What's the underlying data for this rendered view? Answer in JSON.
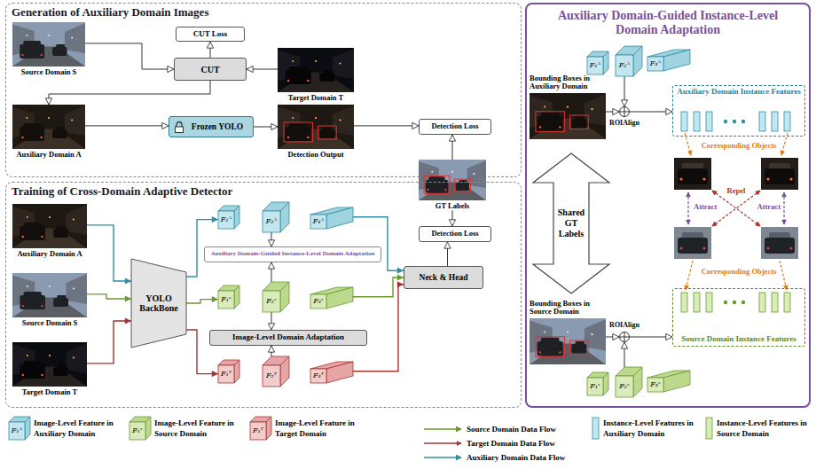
{
  "diagram": {
    "nodes": [
      {
        "text": [
          "Generation of Auxiliary Domain Images"
        ]
      },
      {
        "text": [
          "Source Domain S"
        ],
        "in": 0
      },
      {
        "text": [
          "CUT Loss"
        ],
        "in": 0
      },
      {
        "text": [
          "CUT"
        ],
        "in": 0
      },
      {
        "text": [
          "Target Domain T"
        ],
        "in": 0
      },
      {
        "text": [
          "Auxiliary Domain A"
        ],
        "in": 0
      },
      {
        "text": [
          "Frozen YOLO"
        ],
        "in": 0
      },
      {
        "text": [
          "Detection Output"
        ],
        "in": 0
      },
      {
        "text": [
          "Detection Loss"
        ],
        "in": 0
      },
      {
        "text": [
          "GT Labels"
        ]
      },
      {
        "text": [
          "Training of Cross-Domain Adaptive Detector"
        ]
      },
      {
        "text": [
          "Auxiliary Domain A"
        ],
        "in": 10
      },
      {
        "text": [
          "Source Domain S"
        ],
        "in": 10
      },
      {
        "text": [
          "Target Domain T"
        ],
        "in": 10
      },
      {
        "text": [
          "YOLO BackBone"
        ],
        "in": 10
      },
      {
        "text": [
          "F₁ᴬ"
        ],
        "in": 10
      },
      {
        "text": [
          "F₂ᴬ"
        ],
        "in": 10
      },
      {
        "text": [
          "F₃ᴬ"
        ],
        "in": 10
      },
      {
        "text": [
          "Auxiliary Domain-Guided Instance-Level Domain Adaptation"
        ],
        "in": 10
      },
      {
        "text": [
          "F₁ˢ"
        ],
        "in": 10
      },
      {
        "text": [
          "F₂ˢ"
        ],
        "in": 10
      },
      {
        "text": [
          "F₃ˢ"
        ],
        "in": 10
      },
      {
        "text": [
          "Image-Level Domain Adaptation"
        ],
        "in": 10
      },
      {
        "text": [
          "F₁ᵀ"
        ],
        "in": 10
      },
      {
        "text": [
          "F₂ᵀ"
        ],
        "in": 10
      },
      {
        "text": [
          "F₃ᵀ"
        ],
        "in": 10
      },
      {
        "text": [
          "Neck & Head"
        ],
        "in": 10
      },
      {
        "text": [
          "Detection Loss"
        ],
        "in": 10
      },
      {
        "text": [
          "Auxiliary Domain-Guided Instance-Level Domain Adaptation"
        ]
      },
      {
        "text": [
          "F₁ᴬ"
        ],
        "in": 28
      },
      {
        "text": [
          "F₂ᴬ"
        ],
        "in": 28
      },
      {
        "text": [
          "F₃ᴬ"
        ],
        "in": 28
      },
      {
        "text": [
          "Bounding Boxes in Auxiliary Domain"
        ],
        "in": 28
      },
      {
        "text": [
          "ROIAlign"
        ],
        "in": 28
      },
      {
        "text": [
          "Auxiliary Domain Instance Features"
        ],
        "in": 28
      },
      {
        "text": [
          "Shared GT Labels"
        ],
        "in": 28
      },
      {
        "text": [
          "Bounding Boxes in Source Domain"
        ],
        "in": 28
      },
      {
        "text": [
          "ROIAlign"
        ],
        "in": 28
      },
      {
        "text": [
          "Source Domain Instance Features"
        ],
        "in": 28
      },
      {
        "text": [
          "F₁ˢ"
        ],
        "in": 28
      },
      {
        "text": [
          "F₂ˢ"
        ],
        "in": 28
      },
      {
        "text": [
          "F₃ˢ"
        ],
        "in": 28
      }
    ],
    "edges": [
      {
        "from": 1,
        "to": 3,
        "arrow": "to"
      },
      {
        "from": 3,
        "to": 2,
        "arrow": "to"
      },
      {
        "from": 4,
        "to": 3,
        "arrow": "to"
      },
      {
        "from": 3,
        "to": 5,
        "arrow": "to"
      },
      {
        "from": 5,
        "to": 6,
        "arrow": "to"
      },
      {
        "from": 6,
        "to": 7,
        "arrow": "to"
      },
      {
        "from": 7,
        "to": 8,
        "arrow": "to"
      },
      {
        "from": 9,
        "to": 8,
        "arrow": "to"
      },
      {
        "from": 9,
        "to": 27,
        "arrow": "to"
      },
      {
        "from": 11,
        "to": 14,
        "arrow": "to"
      },
      {
        "from": 12,
        "to": 14,
        "arrow": "to"
      },
      {
        "from": 13,
        "to": 14,
        "arrow": "to"
      },
      {
        "from": 14,
        "to": 15,
        "arrow": "to"
      },
      {
        "from": 14,
        "to": 19,
        "arrow": "to"
      },
      {
        "from": 14,
        "to": 23,
        "arrow": "to"
      },
      {
        "from": 16,
        "to": 18,
        "arrow": "to"
      },
      {
        "from": 20,
        "to": 18,
        "arrow": "to"
      },
      {
        "from": 20,
        "to": 22,
        "arrow": "to"
      },
      {
        "from": 24,
        "to": 22,
        "arrow": "to"
      },
      {
        "from": 17,
        "to": 26,
        "arrow": "to"
      },
      {
        "from": 21,
        "to": 26,
        "arrow": "to"
      },
      {
        "from": 25,
        "to": 26,
        "arrow": "to"
      },
      {
        "from": 26,
        "to": 27,
        "arrow": "to"
      },
      {
        "from": 32,
        "to": 33,
        "arrow": "to"
      },
      {
        "from": 30,
        "to": 33,
        "arrow": "to"
      },
      {
        "from": 33,
        "to": 34,
        "arrow": "to"
      },
      {
        "from": 36,
        "to": 37,
        "arrow": "to"
      },
      {
        "from": 40,
        "to": 37,
        "arrow": "to"
      },
      {
        "from": 37,
        "to": 38,
        "arrow": "to"
      }
    ],
    "labels": [
      "Corresponding Objects",
      "Repel",
      "Attract",
      "Attract",
      "Corresponding Objects",
      "F₁ᴬ",
      "F₁ˢ",
      "F₁ᵀ"
    ],
    "legend": [
      {
        "text": "Image-Level Feature in Auxiliary Domain"
      },
      {
        "text": "Image-Level Feature in Source Domain"
      },
      {
        "text": "Image-Level Feature in Target Domain"
      },
      {
        "text": "Source Domain Data Flow"
      },
      {
        "text": "Target Domain Data Flow"
      },
      {
        "text": "Auxiliary Domain Data Flow"
      },
      {
        "text": "Instance-Level Features in Auxiliary Domain"
      },
      {
        "text": "Instance-Level Features in Source Domain"
      }
    ]
  }
}
